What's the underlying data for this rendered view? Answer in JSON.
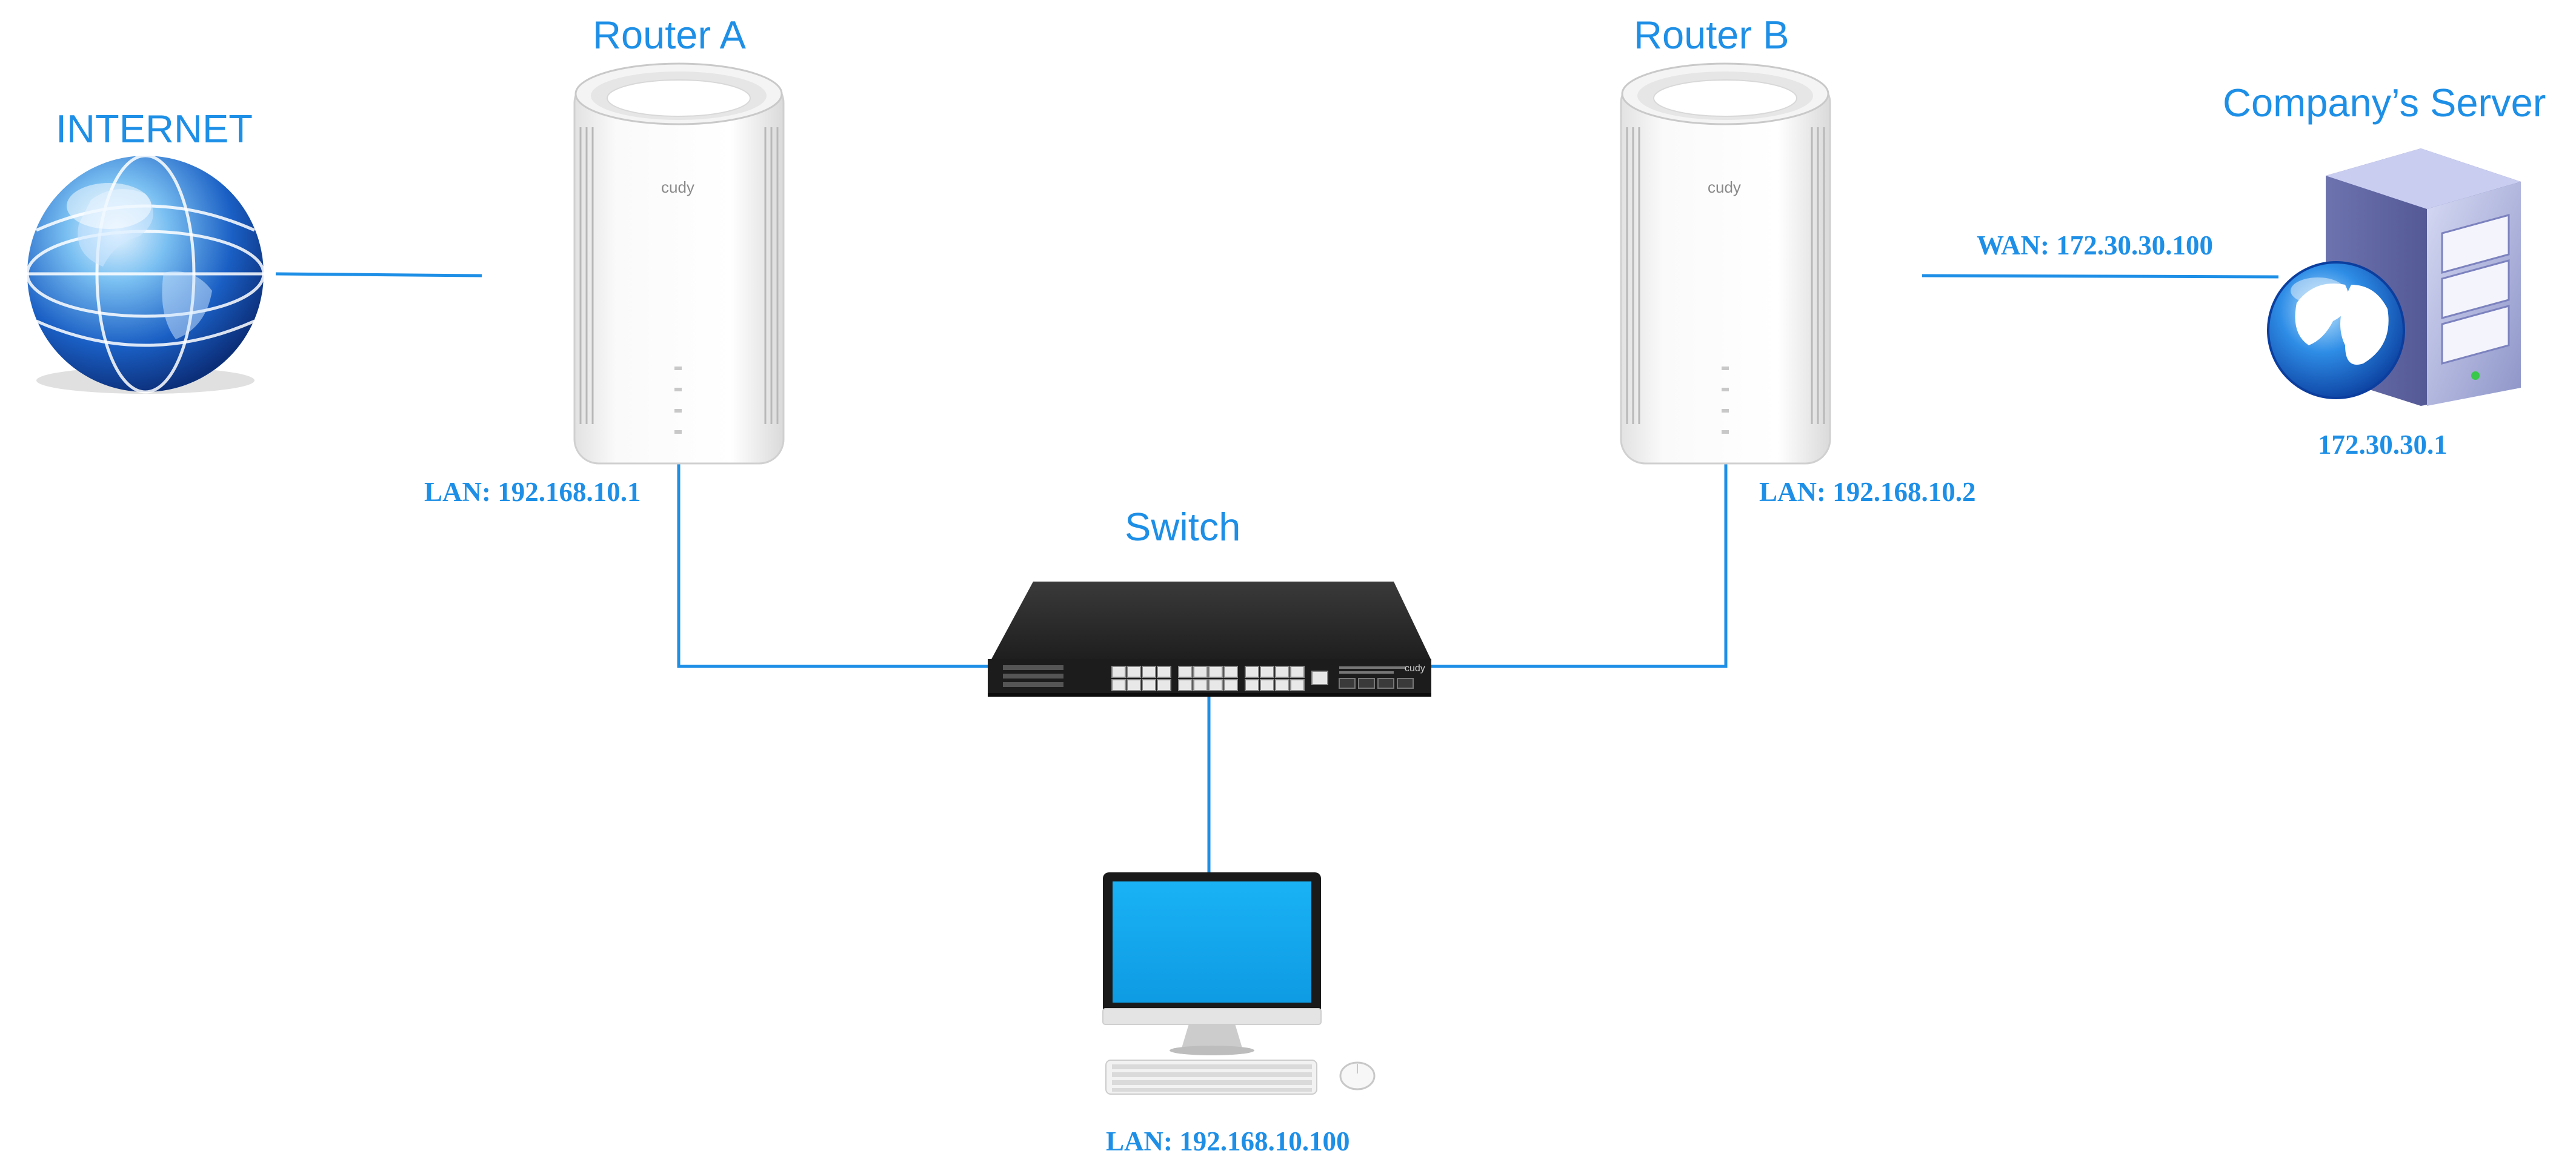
{
  "colors": {
    "accent": "#1E8FE6",
    "line": "#1E8FE6",
    "router_body": "#F4F4F4",
    "switch_body": "#2A2A2A",
    "monitor_screen": "#16A8F0"
  },
  "nodes": {
    "internet": {
      "label": "INTERNET",
      "icon": "globe-icon"
    },
    "router_a": {
      "label": "Router A",
      "icon": "router-icon",
      "brand": "cudy",
      "lan": "LAN: 192.168.10.1"
    },
    "router_b": {
      "label": "Router B",
      "icon": "router-icon",
      "brand": "cudy",
      "lan": "LAN: 192.168.10.2",
      "wan": "WAN: 172.30.30.100"
    },
    "server": {
      "label": "Company’s Server",
      "icon": "server-icon",
      "ip": "172.30.30.1"
    },
    "switch": {
      "label": "Switch",
      "icon": "switch-icon",
      "brand": "cudy"
    },
    "pc": {
      "icon": "desktop-computer-icon",
      "lan": "LAN: 192.168.10.100"
    }
  }
}
